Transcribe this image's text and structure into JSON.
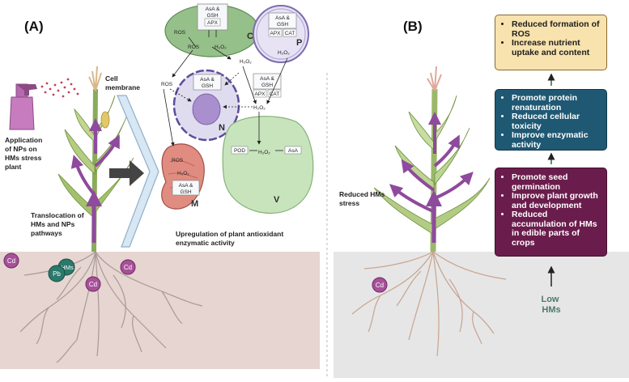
{
  "panel_a": {
    "letter": "(A)",
    "application_label": [
      "Application",
      "of NPs on",
      "HMs stress",
      "plant"
    ],
    "translocation_label": [
      "Translocation of",
      "HMs and NPs",
      "pathways"
    ],
    "cell_membrane_label": [
      "Cell",
      "membrane"
    ],
    "upregulation_label": [
      "Upregulation of plant antioxidant",
      "enzymatic activity"
    ],
    "soil_ions": [
      "Cd",
      "Pb",
      "HMs",
      "Cd",
      "Cd"
    ]
  },
  "cell": {
    "chloroplast": {
      "letter": "C",
      "box": [
        "AsA &",
        "GSH",
        "APX"
      ],
      "ros1": "ROS",
      "ros2": "ROS",
      "h2o2": "H₂O₂"
    },
    "peroxisome": {
      "letter": "P",
      "box_top": [
        "AsA &",
        "GSH"
      ],
      "apx": "APX",
      "cat": "CAT",
      "h2o2": "H₂O₂"
    },
    "nucleus": {
      "letter": "N",
      "box": [
        "AsA &",
        "GSH"
      ]
    },
    "mitochondrion": {
      "letter": "M",
      "ros": "ROS",
      "h2o2": "H₂O₂",
      "box": [
        "AsA &",
        "GSH"
      ]
    },
    "vacuole": {
      "letter": "V",
      "pod": "POD",
      "h2o2": "H₂O₂",
      "asa": "AsA"
    },
    "cytosol": {
      "ros": "ROS",
      "h2o2_top": "H₂O₂",
      "box_top": [
        "AsA &",
        "GSH"
      ],
      "apx": "APX",
      "cat": "CAT",
      "h2o2": "H₂O₂"
    }
  },
  "panel_b": {
    "letter": "(B)",
    "reduced_stress_label": [
      "Reduced HMs",
      "stress"
    ],
    "low_hms_label": [
      "Low",
      "HMs"
    ],
    "soil_ion": "Cd",
    "box_ros": [
      "Reduced formation of ROS",
      "Increase nutrient uptake and content"
    ],
    "box_protein": [
      "Promote protein renaturation",
      "Reduced cellular toxicity",
      "Improve enzymatic activity"
    ],
    "box_seed": [
      "Promote seed germination",
      "Improve plant growth and development",
      "Reduced accumulation of HMs in edible parts of crops"
    ]
  },
  "colors": {
    "soil_a": "#e6d5d0",
    "soil_b": "#e6e6e6",
    "box_ros": "#f8e2ad",
    "box_protein": "#1f5873",
    "box_seed": "#6a1d4c",
    "arrow_green": "#2e6b3e",
    "translocation_arrow": "#8e4a9c",
    "ion_cd": "#a8509a",
    "ion_pb": "#2a7a6c"
  }
}
